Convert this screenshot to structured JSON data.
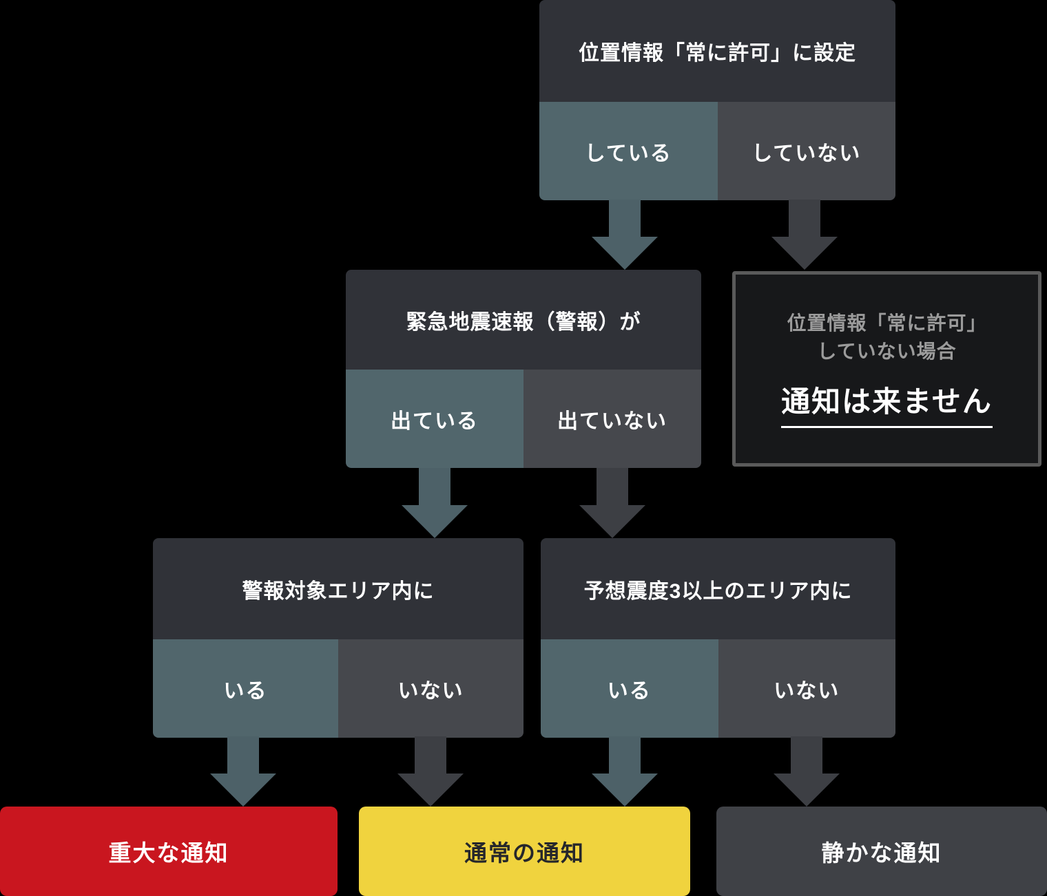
{
  "colors": {
    "background": "#000000",
    "text_light": "#ffffff",
    "node_header": "#303238",
    "option_yes": "#51666c",
    "option_no": "#46484d",
    "arrow_yes": "#4d6168",
    "arrow_no": "#3d3f44",
    "result_critical": "#c9161f",
    "result_normal": "#f0d33e",
    "result_normal_text": "#26272b",
    "result_quiet": "#3f4146",
    "info_border": "#5a5a5a",
    "info_bg": "#17181a",
    "info_text_muted": "#9b9b9b"
  },
  "nodes": {
    "location": {
      "title": "位置情報「常に許可」に設定",
      "yes": "している",
      "no": "していない"
    },
    "eew": {
      "title": "緊急地震速報（警報）が",
      "yes": "出ている",
      "no": "出ていない"
    },
    "warning_area": {
      "title": "警報対象エリア内に",
      "yes": "いる",
      "no": "いない"
    },
    "intensity_area": {
      "title": "予想震度3以上のエリア内に",
      "yes": "いる",
      "no": "いない"
    }
  },
  "info_box": {
    "line1": "位置情報「常に許可」",
    "line2": "していない場合",
    "emphasis": "通知は来ません"
  },
  "results": {
    "critical": "重大な通知",
    "normal": "通常の通知",
    "quiet": "静かな通知"
  }
}
